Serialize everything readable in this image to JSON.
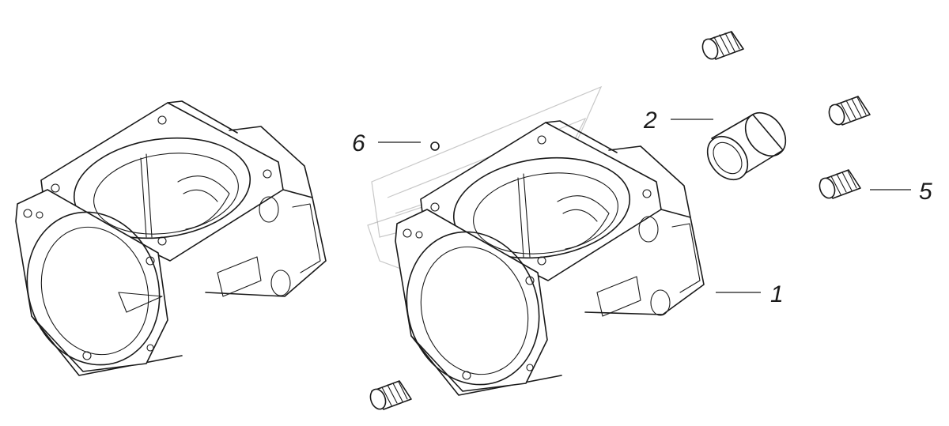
{
  "callouts": {
    "c1": "1",
    "c2": "2",
    "c5": "5",
    "c6": "6"
  },
  "colors": {
    "line": "#1a1a1a",
    "background": "#ffffff",
    "watermark": "#9a9a9a"
  }
}
